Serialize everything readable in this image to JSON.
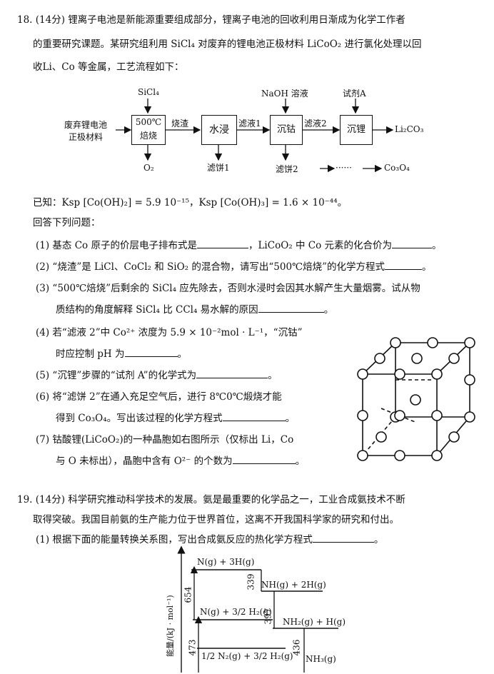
{
  "q18": {
    "line1": "18. (14分) 锂离子电池是新能源重要组成部分，锂离子电池的回收利用日渐成为化学工作者",
    "line2": "的重要研究课题。某研究组利用 SiCl₄ 对废弃的锂电池正极材料 LiCoO₂ 进行氯化处理以回",
    "line3": "收Li、Co 等金属，工艺流程如下：",
    "flow": {
      "sicl4": "SiCl₄",
      "feed": "废弃锂电池",
      "feed2": "正极材料",
      "box1a": "500℃",
      "box1b": "焙烧",
      "o2": "O₂",
      "arrow1": "烧渣",
      "box2": "水浸",
      "cake1": "滤饼1",
      "arrow2": "滤液1",
      "naoh": "NaOH 溶液",
      "box3": "沉钴",
      "cake2": "滤饼2",
      "dots": "······",
      "co3o4": "Co₃O₄",
      "arrow3": "滤液2",
      "reagent": "试剂A",
      "box4": "沉锂",
      "li2co3": "Li₂CO₃"
    },
    "known": "已知：Ksp [Co(OH)₂] = 5.9   10⁻¹⁵，Ksp [Co(OH)₃] = 1.6 × 10⁻⁴⁴。",
    "answer_intro": "回答下列问题：",
    "p1a": "(1) 基态 Co 原子的价层电子排布式是",
    "p1b": "，LiCoO₂ 中 Co 元素的化合价为",
    "p1c": "。",
    "p2a": "(2) “烧渣”是 LiCl、CoCl₂ 和 SiO₂ 的混合物，请写出“500℃焙烧”的化学方程式",
    "p2b": "。",
    "p3a": "(3) “500℃焙烧”后剩余的 SiCl₄ 应先除去，否则水浸时会因其水解产生大量烟雾。试从物",
    "p3b": "质结构的角度解释 SiCl₄ 比 CCl₄ 易水解的原因",
    "p3c": "。",
    "p4a": "(4) 若“滤液 2”中 Co²⁺ 浓度为 5.9 × 10⁻²mol · L⁻¹，“沉钴”",
    "p4b": "时应控制 pH 为",
    "p4c": "。",
    "p5a": "(5) “沉锂”步骤的“试剂 A”的化学式为",
    "p5b": "。",
    "p6a": "(6) 将“滤饼 2”在通入充足空气后，进行 8℃0℃煅烧才能",
    "p6b": "得到 Co₃O₄。写出该过程的化学方程式",
    "p6c": "。",
    "p7a": "(7) 钴酸锂(LiCoO₂)的一种晶胞如右图所示（仅标出 Li，Co",
    "p7b": "与 O 未标出），晶胞中含有 O²⁻ 的个数为",
    "p7c": "。"
  },
  "q19": {
    "line1": "19. (14分) 科学研究推动科学技术的发展。氨是最重要的化学品之一，工业合成氨技术不断",
    "line2": "取得突破。我国目前氨的生产能力位于世界首位，这离不开我国科学家的研究和付出。",
    "p1a": "(1) 根据下面的能量转换关系图，写出合成氨反应的热化学方程式",
    "p1b": "。",
    "diagram": {
      "ylabel": "能量/(kJ · mol⁻¹)",
      "top": "N(g) + 3H(g)",
      "l2": "NH(g) + 2H(g)",
      "l3": "N(g) + 3/2 H₂(g)",
      "l4": "NH₂(g) + H(g)",
      "l5": "1/2 N₂(g) + 3/2 H₂(g)",
      "l6": "NH₃(g)",
      "v654": "654",
      "v339": "339",
      "v397": "397",
      "v473": "473",
      "v436": "436"
    }
  }
}
